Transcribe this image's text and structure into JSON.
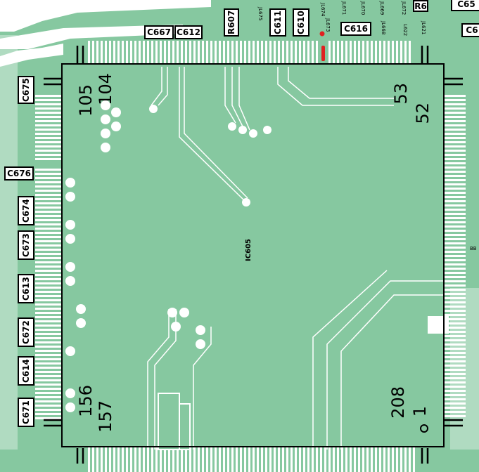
{
  "ic": {
    "ref": "IC605"
  },
  "pins": {
    "top_left_a": "105",
    "top_left_b": "104",
    "top_right_a": "53",
    "top_right_b": "52",
    "bottom_left_a": "156",
    "bottom_left_b": "157",
    "bottom_right_a": "208",
    "bottom_right_b": "1"
  },
  "top_labels": {
    "c667": "C667",
    "c612": "C612",
    "r607": "R607",
    "c611": "C611",
    "c610": "C610",
    "c616": "C616",
    "r6": "R6",
    "c65": "C65",
    "c6_right": "C6"
  },
  "left_labels": {
    "c675": "C675",
    "c676": "C676",
    "c674": "C674",
    "c673": "C673",
    "c613": "C613",
    "c672": "C672",
    "c614": "C614",
    "c671": "C671"
  },
  "tiny_labels": {
    "jl675": "JL675",
    "jl674": "JL674",
    "jl673": "JL673",
    "jl671": "JL671",
    "jl670": "JL670",
    "jl669": "JL669",
    "jl668": "JL668",
    "jl672": "JL672",
    "l622": "L622",
    "jl621": "JL621",
    "bb": "BB"
  },
  "colors": {
    "board": "#86c8a0",
    "copper": "#ffffff",
    "outline": "#000000",
    "highlight": "#e02020"
  }
}
